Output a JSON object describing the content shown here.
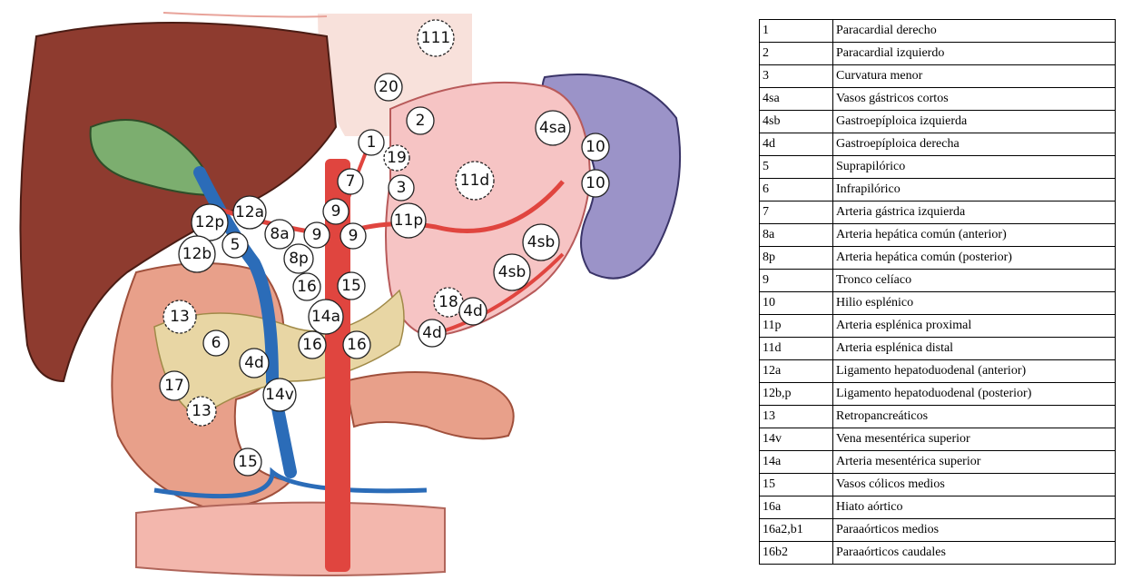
{
  "diagram_labels": [
    {
      "text": "111",
      "style": "dashed"
    },
    {
      "text": "20",
      "style": "solid"
    },
    {
      "text": "2",
      "style": "solid"
    },
    {
      "text": "1",
      "style": "solid"
    },
    {
      "text": "19",
      "style": "dashed"
    },
    {
      "text": "7",
      "style": "solid"
    },
    {
      "text": "3",
      "style": "solid"
    },
    {
      "text": "9",
      "style": "solid"
    },
    {
      "text": "11d",
      "style": "dashed"
    },
    {
      "text": "4sa",
      "style": "solid"
    },
    {
      "text": "10",
      "style": "solid"
    },
    {
      "text": "10",
      "style": "solid"
    },
    {
      "text": "12a",
      "style": "solid"
    },
    {
      "text": "12p",
      "style": "solid"
    },
    {
      "text": "8a",
      "style": "solid"
    },
    {
      "text": "9",
      "style": "solid"
    },
    {
      "text": "9",
      "style": "solid"
    },
    {
      "text": "11p",
      "style": "solid"
    },
    {
      "text": "12b",
      "style": "solid"
    },
    {
      "text": "5",
      "style": "solid"
    },
    {
      "text": "8p",
      "style": "solid"
    },
    {
      "text": "4sb",
      "style": "solid"
    },
    {
      "text": "4sb",
      "style": "solid"
    },
    {
      "text": "16",
      "style": "solid"
    },
    {
      "text": "15",
      "style": "solid"
    },
    {
      "text": "13",
      "style": "dashed"
    },
    {
      "text": "14a",
      "style": "solid"
    },
    {
      "text": "18",
      "style": "dashed"
    },
    {
      "text": "4d",
      "style": "solid"
    },
    {
      "text": "4d",
      "style": "solid"
    },
    {
      "text": "6",
      "style": "solid"
    },
    {
      "text": "16",
      "style": "solid"
    },
    {
      "text": "16",
      "style": "solid"
    },
    {
      "text": "4d",
      "style": "solid"
    },
    {
      "text": "17",
      "style": "solid"
    },
    {
      "text": "14v",
      "style": "solid"
    },
    {
      "text": "13",
      "style": "dashed"
    },
    {
      "text": "15",
      "style": "solid"
    }
  ],
  "legend": {
    "rows": [
      {
        "code": "1",
        "name": "Paracardial derecho"
      },
      {
        "code": "2",
        "name": "Paracardial izquierdo"
      },
      {
        "code": "3",
        "name": "Curvatura menor"
      },
      {
        "code": "4sa",
        "name": "Vasos gástricos cortos"
      },
      {
        "code": "4sb",
        "name": "Gastroepíploica izquierda"
      },
      {
        "code": "4d",
        "name": "Gastroepíploica derecha"
      },
      {
        "code": "5",
        "name": "Suprapilórico"
      },
      {
        "code": "6",
        "name": "Infrapilórico"
      },
      {
        "code": "7",
        "name": "Arteria gástrica izquierda"
      },
      {
        "code": "8a",
        "name": "Arteria hepática común (anterior)"
      },
      {
        "code": "8p",
        "name": "Arteria hepática común (posterior)"
      },
      {
        "code": "9",
        "name": "Tronco celíaco"
      },
      {
        "code": "10",
        "name": "Hilio esplénico"
      },
      {
        "code": "11p",
        "name": "Arteria esplénica proximal"
      },
      {
        "code": "11d",
        "name": "Arteria esplénica distal"
      },
      {
        "code": "12a",
        "name": "Ligamento hepatoduodenal (anterior)"
      },
      {
        "code": "12b,p",
        "name": "Ligamento hepatoduodenal (posterior)"
      },
      {
        "code": "13",
        "name": "Retropancreáticos"
      },
      {
        "code": "14v",
        "name": "Vena mesentérica superior"
      },
      {
        "code": "14a",
        "name": "Arteria mesentérica superior"
      },
      {
        "code": "15",
        "name": "Vasos cólicos medios"
      },
      {
        "code": "16a",
        "name": "Hiato aórtico"
      },
      {
        "code": "16a2,b1",
        "name": "Paraaórticos medios"
      },
      {
        "code": "16b2",
        "name": "Paraaórticos caudales"
      }
    ]
  }
}
